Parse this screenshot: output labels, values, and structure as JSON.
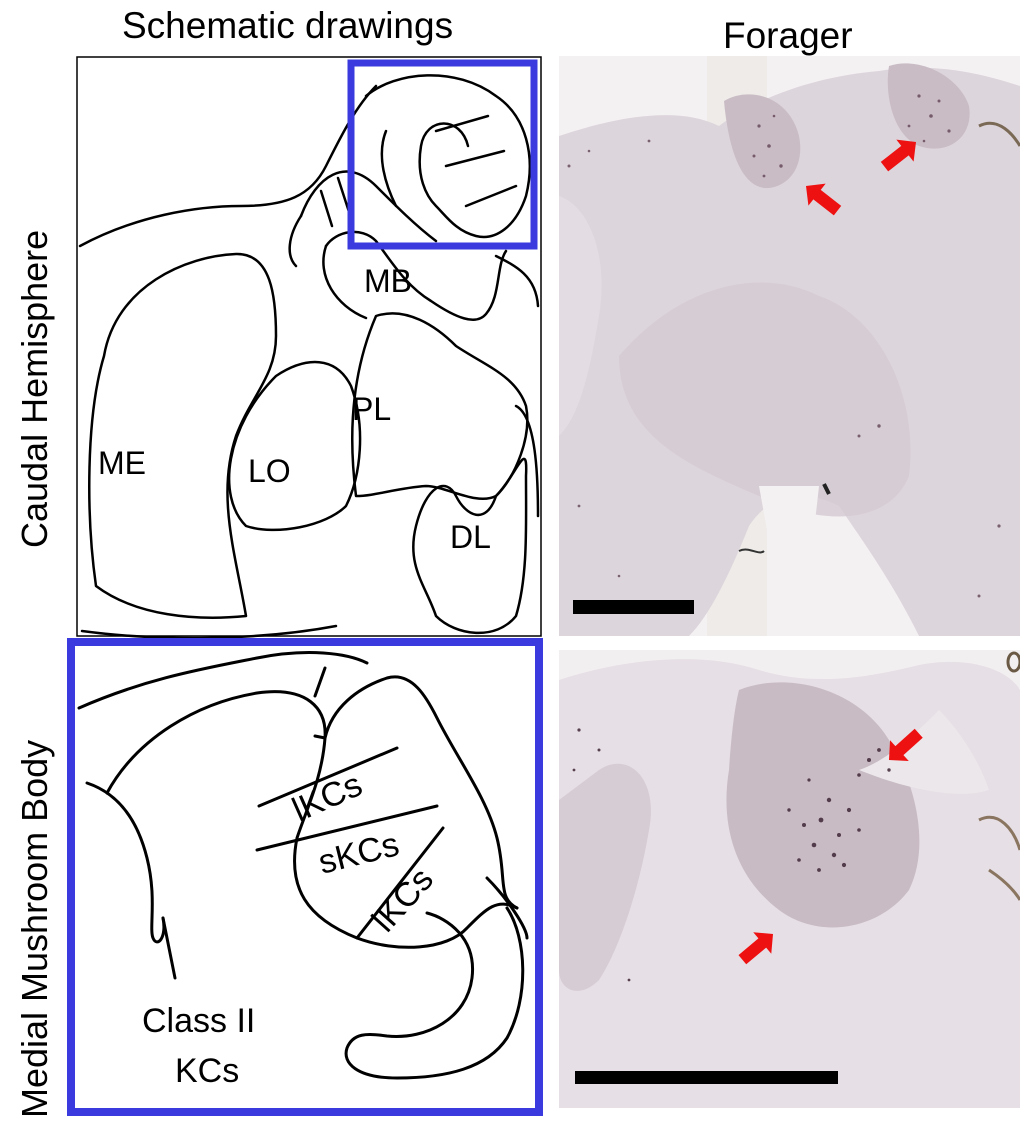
{
  "columns": {
    "schematic": "Schematic drawings",
    "forager": "Forager"
  },
  "rows": {
    "top": "Caudal Hemisphere",
    "bottom": "Medial Mushroom Body"
  },
  "top_schematic_labels": {
    "mb": "MB",
    "pl": "PL",
    "me": "ME",
    "lo": "LO",
    "dl": "DL"
  },
  "bottom_schematic_labels": {
    "lkcs_upper": "lKCs",
    "skcs": "sKCs",
    "lkcs_lower": "lKCs",
    "class2_line1": "Class II",
    "class2_line2": "KCs"
  },
  "colors": {
    "highlight_box": "#3a3adf",
    "arrow": "#ee1111",
    "scale_bar": "#000000",
    "micrograph_bg": "#efecef",
    "stain": "#4a3040"
  }
}
